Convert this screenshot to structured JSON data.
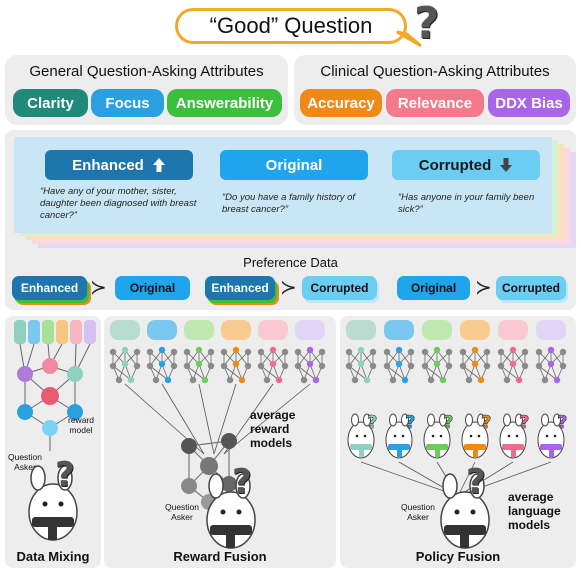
{
  "title": {
    "text": "“Good” Question"
  },
  "general": {
    "title": "General Question-Asking Attributes",
    "pills": [
      {
        "label": "Clarity",
        "color": "#1f8a7a"
      },
      {
        "label": "Focus",
        "color": "#2aa0e0"
      },
      {
        "label": "Answerability",
        "color": "#3cbf3c"
      }
    ]
  },
  "clinical": {
    "title": "Clinical Question-Asking Attributes",
    "pills": [
      {
        "label": "Accuracy",
        "color": "#ef8a16"
      },
      {
        "label": "Relevance",
        "color": "#f27a8a"
      },
      {
        "label": "DDX Bias",
        "color": "#a865e8"
      }
    ]
  },
  "examples": {
    "enhanced": {
      "label": "Enhanced",
      "icon": "arrow-up-icon",
      "quote": "“Have any of your mother, sister, daughter been diagnosed with breast cancer?”"
    },
    "original": {
      "label": "Original",
      "quote": "“Do you have a family history of breast cancer?”"
    },
    "corrupted": {
      "label": "Corrupted",
      "icon": "arrow-down-icon",
      "quote": "“Has anyone in your family been sick?”"
    }
  },
  "preference": {
    "title": "Preference Data",
    "pairs": [
      {
        "left": "Enhanced",
        "right": "Original"
      },
      {
        "left": "Enhanced",
        "right": "Corrupted"
      },
      {
        "left": "Original",
        "right": "Corrupted"
      }
    ],
    "succ": "≻"
  },
  "methods": {
    "data_mixing": {
      "label": "Data Mixing",
      "reward_model": "reward\nmodel",
      "question_asker": "Question\nAsker"
    },
    "reward_fusion": {
      "label": "Reward Fusion",
      "note": "average\nreward\nmodels",
      "question_asker": "Question\nAsker"
    },
    "policy_fusion": {
      "label": "Policy Fusion",
      "note": "average\nlanguage\nmodels",
      "question_asker": "Question\nAsker"
    }
  },
  "mark": "?"
}
